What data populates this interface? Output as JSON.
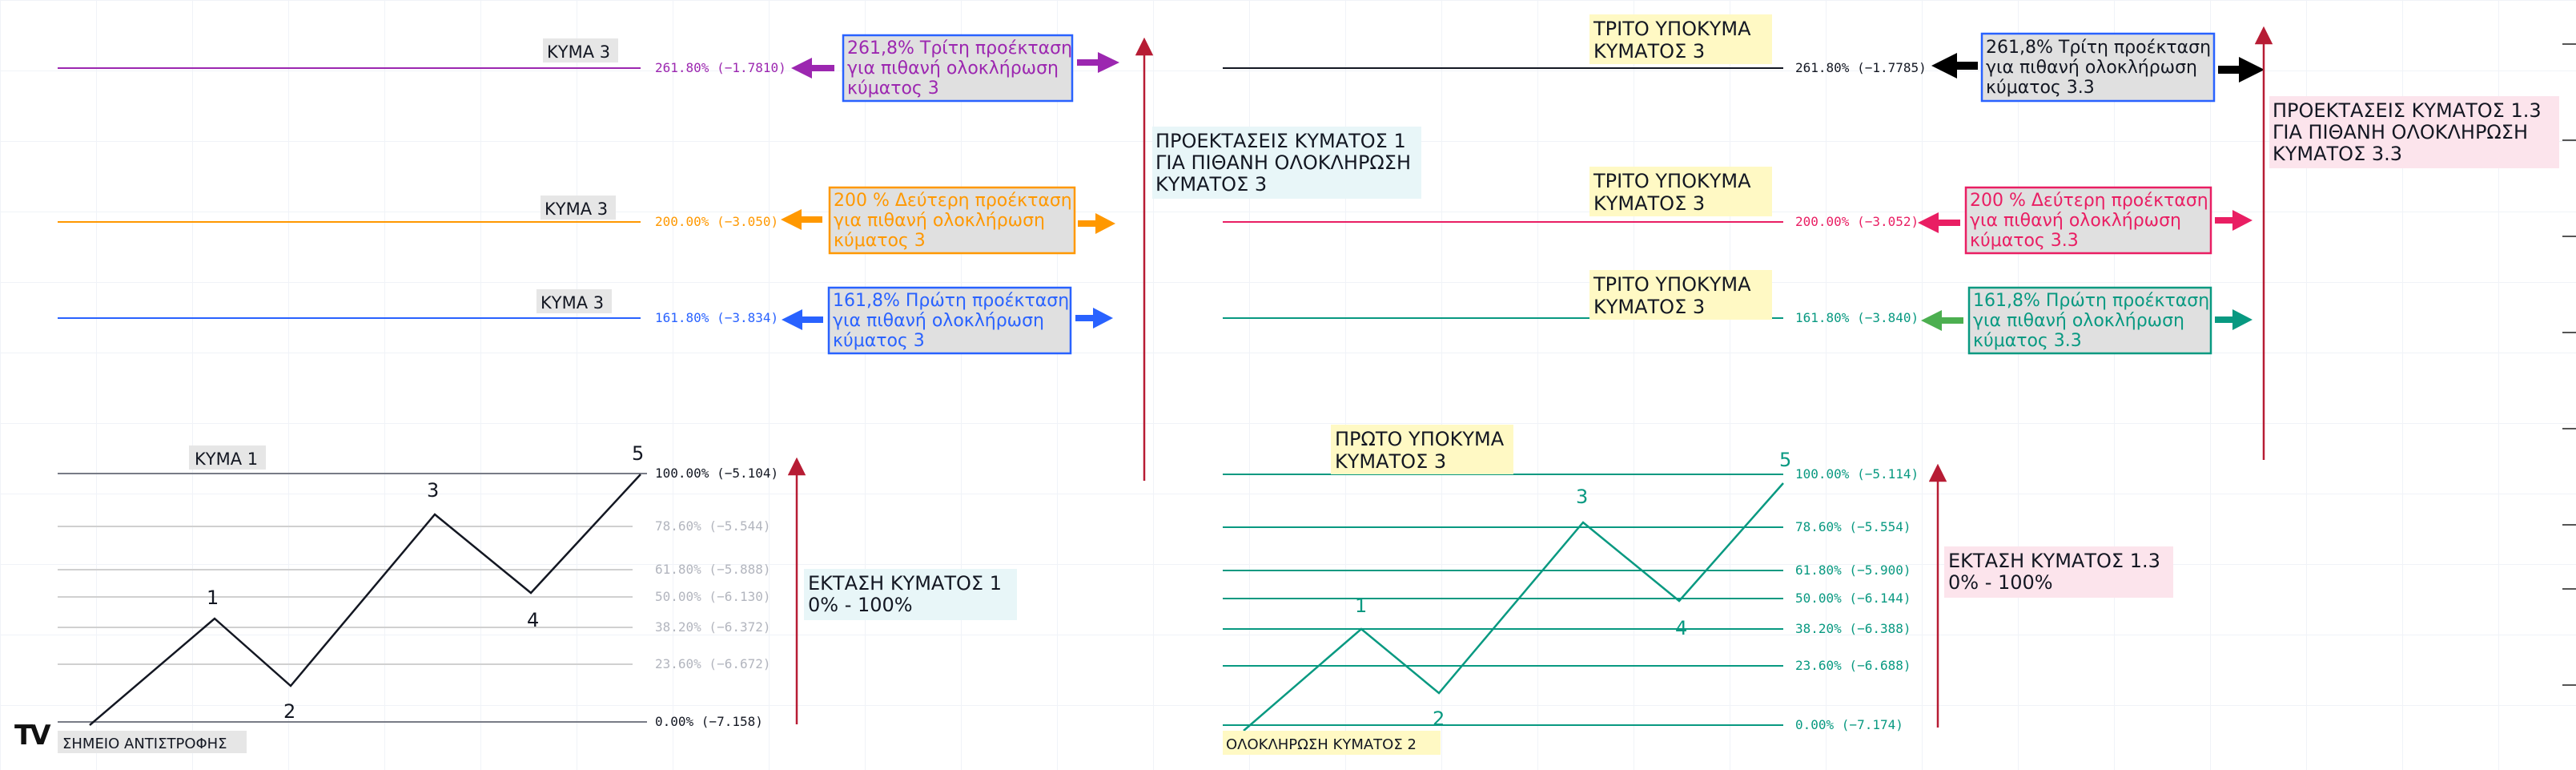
{
  "labels": {
    "wave3_a": "ΚΥΜΑ 3",
    "wave3_b": "ΚΥΜΑ 3",
    "wave3_c": "ΚΥΜΑ 3",
    "wave1": "ΚΥΜΑ 1",
    "reversal": "ΣΗΜΕΙΟ ΑΝΤΙΣΤΡΟΦΗΣ",
    "completion2": "ΟΛΟΚΛΗΡΩΣΗ ΚΥΜΑΤΟΣ 2",
    "sub3_a_l1": "ΤΡΙΤΟ ΥΠΟΚΥΜΑ",
    "sub3_a_l2": "ΚΥΜΑΤΟΣ 3",
    "sub3_b_l1": "ΤΡΙΤΟ ΥΠΟΚΥΜΑ",
    "sub3_b_l2": "ΚΥΜΑΤΟΣ 3",
    "sub3_c_l1": "ΤΡΙΤΟ ΥΠΟΚΥΜΑ",
    "sub3_c_l2": "ΚΥΜΑΤΟΣ 3",
    "sub1_l1": "ΠΡΩΤΟ ΥΠΟΚΥΜΑ",
    "sub1_l2": "ΚΥΜΑΤΟΣ 3"
  },
  "notes": {
    "p261_l1": "261,8% Τρίτη προέκταση",
    "p261_l2": "για πιθανή ολοκλήρωση",
    "p261_l3": "κύματος 3",
    "p200_l1": "200 % Δεύτερη προέκταση",
    "p200_l2": "για πιθανή ολοκλήρωση",
    "p200_l3": "κύματος 3",
    "p161_l1": "161,8% Πρώτη προέκταση",
    "p161_l2": "για πιθανή ολοκλήρωση",
    "p161_l3": "κύματος 3",
    "r261_l1": "261,8% Τρίτη προέκταση",
    "r261_l2": "για πιθανή ολοκλήρωση",
    "r261_l3": "κύματος 3.3",
    "r200_l1": "200 % Δεύτερη προέκταση",
    "r200_l2": "για πιθανή ολοκλήρωση",
    "r200_l3": "κύματος 3.3",
    "r161_l1": "161,8% Πρώτη προέκταση",
    "r161_l2": "για πιθανή ολοκλήρωση",
    "r161_l3": "κύματος 3.3",
    "proj1_l1": "ΠΡΟΕΚΤΑΣΕΙΣ ΚΥΜΑΤΟΣ 1",
    "proj1_l2": "ΓΙΑ ΠΙΘΑΝΗ ΟΛΟΚΛΗΡΩΣΗ",
    "proj1_l3": "ΚΥΜΑΤΟΣ 3",
    "proj13_l1": "ΠΡΟΕΚΤΑΣΕΙΣ ΚΥΜΑΤΟΣ 1.3",
    "proj13_l2": "ΓΙΑ ΠΙΘΑΝΗ ΟΛΟΚΛΗΡΩΣΗ",
    "proj13_l3": "ΚΥΜΑΤΟΣ 3.3",
    "ext1_l1": "ΕΚΤΑΣΗ ΚΥΜΑΤΟΣ 1",
    "ext1_l2": "0% - 100%",
    "ext13_l1": "ΕΚΤΑΣΗ ΚΥΜΑΤΟΣ 1.3",
    "ext13_l2": "0% - 100%"
  },
  "fib_left": {
    "l261": "261.80% (−1.7810)",
    "l200": "200.00% (−3.050)",
    "l161": "161.80% (−3.834)",
    "l100": "100.00% (−5.104)",
    "l786": "78.60% (−5.544)",
    "l618": "61.80% (−5.888)",
    "l500": "50.00% (−6.130)",
    "l382": "38.20% (−6.372)",
    "l236": "23.60% (−6.672)",
    "l000": "0.00% (−7.158)"
  },
  "fib_right": {
    "l261": "261.80% (−1.7785)",
    "l200": "200.00% (−3.052)",
    "l161": "161.80% (−3.840)",
    "l100": "100.00% (−5.114)",
    "l786": "78.60% (−5.554)",
    "l618": "61.80% (−5.900)",
    "l500": "50.00% (−6.144)",
    "l382": "38.20% (−6.388)",
    "l236": "23.60% (−6.688)",
    "l000": "0.00% (−7.174)"
  },
  "wave_numbers": {
    "n1": "1",
    "n2": "2",
    "n3": "3",
    "n4": "4",
    "n5": "5"
  },
  "logo": "TV",
  "colors": {
    "purple": "#9c27b0",
    "orange": "#ff9800",
    "blue": "#2962ff",
    "teal": "#089981",
    "pink": "#e91e63",
    "green": "#4caf50",
    "darkred": "#b71c34",
    "black": "#000000"
  }
}
